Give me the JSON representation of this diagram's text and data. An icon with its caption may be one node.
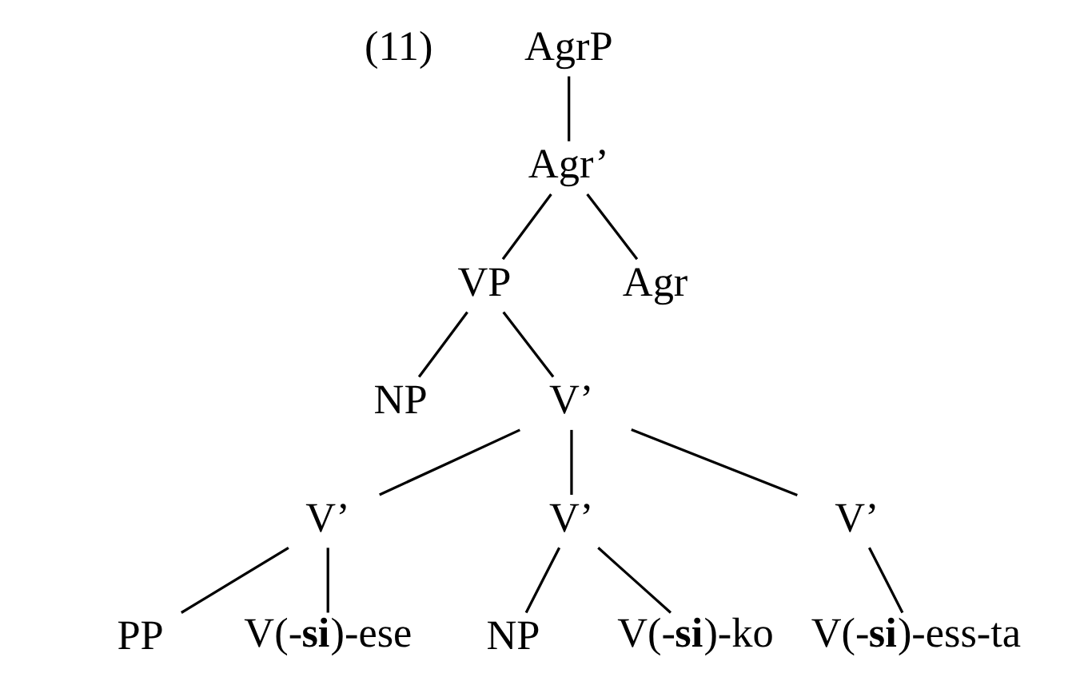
{
  "diagram": {
    "nodes": [
      {
        "text": [
          "AgrP"
        ]
      },
      {
        "text": [
          "Agr’"
        ]
      },
      {
        "text": [
          "VP"
        ]
      },
      {
        "text": [
          "Agr"
        ]
      },
      {
        "text": [
          "NP"
        ]
      },
      {
        "text": [
          "V’"
        ]
      },
      {
        "text": [
          "V’"
        ]
      },
      {
        "text": [
          "V’"
        ]
      },
      {
        "text": [
          "V’"
        ]
      },
      {
        "text": [
          "PP"
        ]
      },
      {
        "text": [
          "V(-**si**)-ese"
        ]
      },
      {
        "text": [
          "NP"
        ]
      },
      {
        "text": [
          "V(-**si**)-ko"
        ]
      },
      {
        "text": [
          "V(-**si**)-ess-ta"
        ]
      }
    ],
    "edges": [
      {
        "from": 0,
        "to": 1,
        "arrow": "none"
      },
      {
        "from": 1,
        "to": 2,
        "arrow": "none"
      },
      {
        "from": 1,
        "to": 3,
        "arrow": "none"
      },
      {
        "from": 2,
        "to": 4,
        "arrow": "none"
      },
      {
        "from": 2,
        "to": 5,
        "arrow": "none"
      },
      {
        "from": 5,
        "to": 6,
        "arrow": "none"
      },
      {
        "from": 5,
        "to": 7,
        "arrow": "none"
      },
      {
        "from": 5,
        "to": 8,
        "arrow": "none"
      },
      {
        "from": 6,
        "to": 9,
        "arrow": "none"
      },
      {
        "from": 6,
        "to": 10,
        "arrow": "none"
      },
      {
        "from": 7,
        "to": 11,
        "arrow": "none"
      },
      {
        "from": 7,
        "to": 12,
        "arrow": "none"
      },
      {
        "from": 8,
        "to": 13,
        "arrow": "none"
      }
    ],
    "labels": [
      "(11)"
    ]
  }
}
